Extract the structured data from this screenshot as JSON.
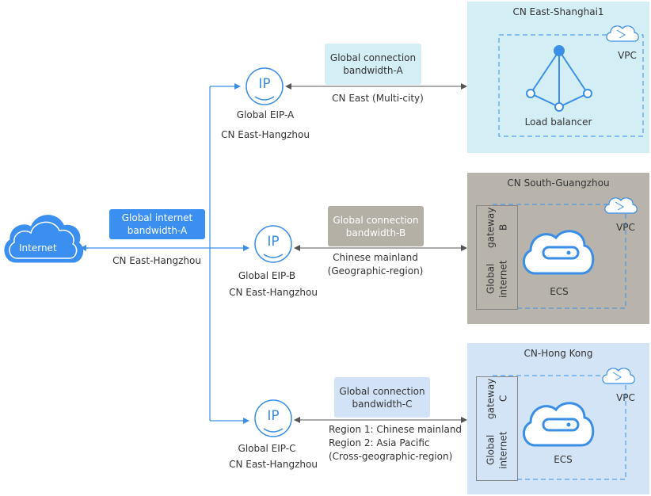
{
  "internet": {
    "label": "Internet"
  },
  "internet_bandwidth": {
    "line1": "Global internet",
    "line2": "bandwidth-A",
    "region": "CN East-Hangzhou"
  },
  "eips": [
    {
      "name": "Global EIP-A",
      "region": "CN East-Hangzhou",
      "glyph": "IP"
    },
    {
      "name": "Global EIP-B",
      "region": "CN East-Hangzhou",
      "glyph": "IP"
    },
    {
      "name": "Global EIP-C",
      "region": "CN East-Hangzhou",
      "glyph": "IP"
    }
  ],
  "connections": [
    {
      "line1": "Global connection",
      "line2": "bandwidth-A",
      "desc": [
        "CN East (Multi-city)"
      ]
    },
    {
      "line1": "Global connection",
      "line2": "bandwidth-B",
      "desc": [
        "Chinese mainland",
        "(Geographic-region)"
      ]
    },
    {
      "line1": "Global connection",
      "line2": "bandwidth-C",
      "desc": [
        "Region 1: Chinese mainland",
        "Region 2: Asia Pacific",
        "(Cross-geographic-region)"
      ]
    }
  ],
  "regions": [
    {
      "title": "CN East-Shanghai1",
      "vpc": "VPC",
      "resource": "Load balancer"
    },
    {
      "title": "CN South-Guangzhou",
      "vpc": "VPC",
      "gateway": [
        "Global internet",
        "gateway B"
      ],
      "resource": "ECS"
    },
    {
      "title": "CN-Hong Kong",
      "vpc": "VPC",
      "gateway": [
        "Global internet",
        "gateway C"
      ],
      "resource": "ECS"
    }
  ],
  "colors": {
    "icon_blue": "#3a8ee6",
    "line_blue": "#3a8ee6",
    "arrow_gray": "#666666",
    "bandwidth_a_fill": "#3b8ff0",
    "conn_a_fill": "#d4eef5",
    "conn_b_fill": "#b5b0a6",
    "conn_c_fill": "#d2e3f7",
    "region1_fill": "#d4eef5",
    "region2_fill": "#b8b4ac",
    "region3_fill": "#d3e4f7"
  }
}
